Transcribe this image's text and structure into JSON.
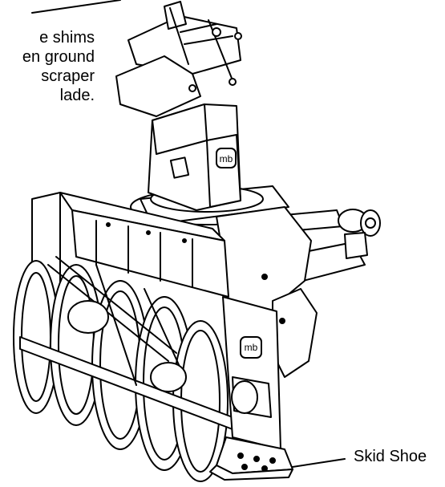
{
  "note": {
    "lines": [
      "e shims",
      "en ground",
      "scraper",
      "lade."
    ]
  },
  "skid_label": "Skid Shoe",
  "colors": {
    "ink": "#000000",
    "background": "#ffffff"
  }
}
